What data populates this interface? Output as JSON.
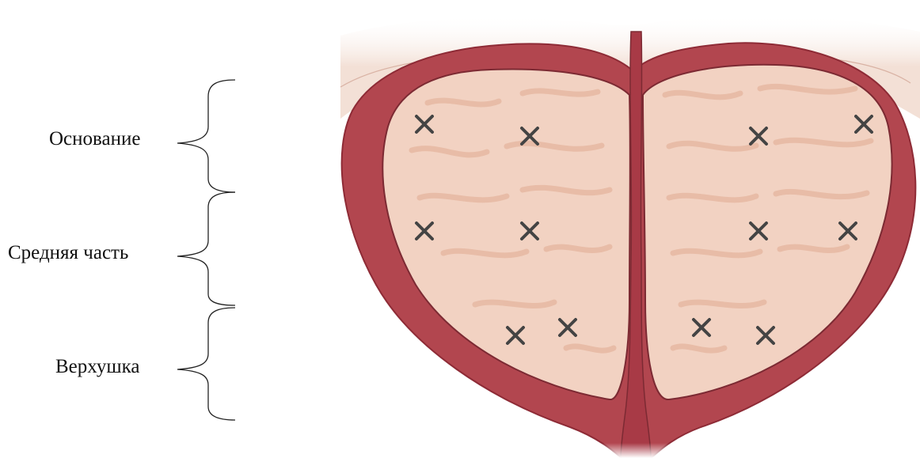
{
  "labels": {
    "base": "Основание",
    "middle": "Средняя часть",
    "apex": "Верхушка"
  },
  "colors": {
    "capsule": "#b2464f",
    "capsule_dark": "#8e2b36",
    "gland": "#f2d2c2",
    "gland_texture": "#e4b49c",
    "surround": "#f3e0d6",
    "urethra": "#a83a46",
    "mark": "#444444",
    "brace": "#222222"
  },
  "diagram": {
    "regions": [
      "base",
      "middle",
      "apex"
    ],
    "marks_per_region": 4,
    "mark_symbol": "×",
    "total_marks": 12
  }
}
